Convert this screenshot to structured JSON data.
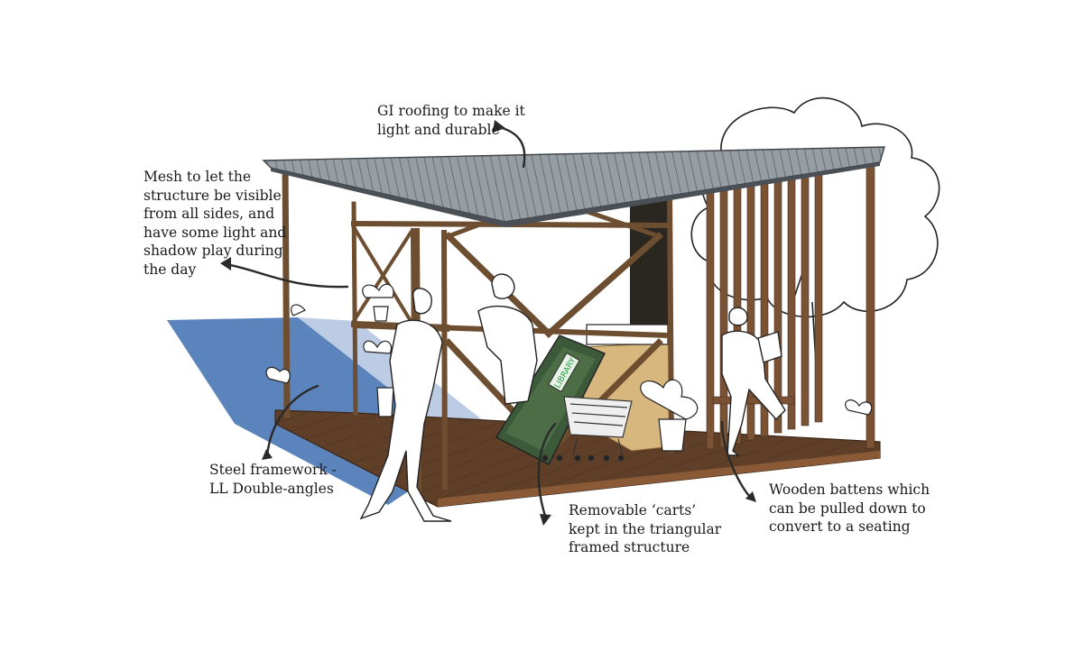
{
  "annotations": {
    "roof": [
      "GI roofing to make it",
      "light and durable"
    ],
    "mesh": [
      "Mesh to let the",
      "structure be visible",
      "from all sides, and",
      "have some light and",
      "shadow play during",
      "the day"
    ],
    "steel": [
      "Steel framework -",
      "LL Double-angles"
    ],
    "carts": [
      "Removable ‘carts’",
      "kept in the triangular",
      "framed structure"
    ],
    "battens": [
      "Wooden battens which",
      "can be pulled down to",
      "convert to a seating"
    ]
  },
  "sign": {
    "label": "LIBRARY"
  },
  "colors": {
    "steel": "#6e4e30",
    "timber": "#7a5234",
    "deck": "#5f3f27",
    "roof": "#8f969b",
    "shadow": "#3f6fb0",
    "backPanel": "#2a2620",
    "cabinet": "#d8b77e",
    "signPanel": "#3c5a3a",
    "signText": "#2f9a4a",
    "ink": "#1a1a1a"
  },
  "icons": [
    "pavilion-drawing",
    "tree-icon",
    "plant-icon",
    "shopping-cart-icon",
    "person-icon",
    "arrow-icon"
  ]
}
